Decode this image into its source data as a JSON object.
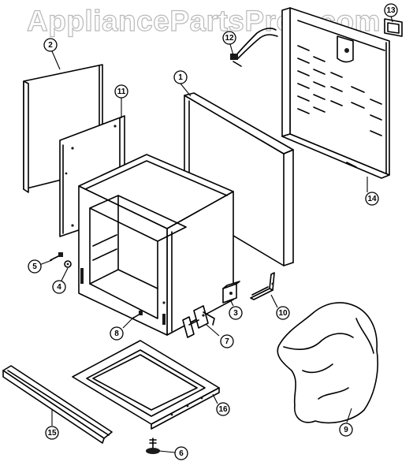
{
  "watermark": "AppliancePartsPros.com",
  "callouts": [
    "1",
    "2",
    "3",
    "4",
    "5",
    "6",
    "7",
    "8",
    "9",
    "10",
    "11",
    "12",
    "13",
    "14",
    "15",
    "16"
  ],
  "parts": [
    "oven-front-frame-panel",
    "side-panel",
    "bracket",
    "screw",
    "screw",
    "leveling-leg",
    "hinge",
    "screw",
    "insulation",
    "bracket",
    "side-panel",
    "wire-harness",
    "cover",
    "rear-panel",
    "front-trim",
    "bottom-frame"
  ]
}
